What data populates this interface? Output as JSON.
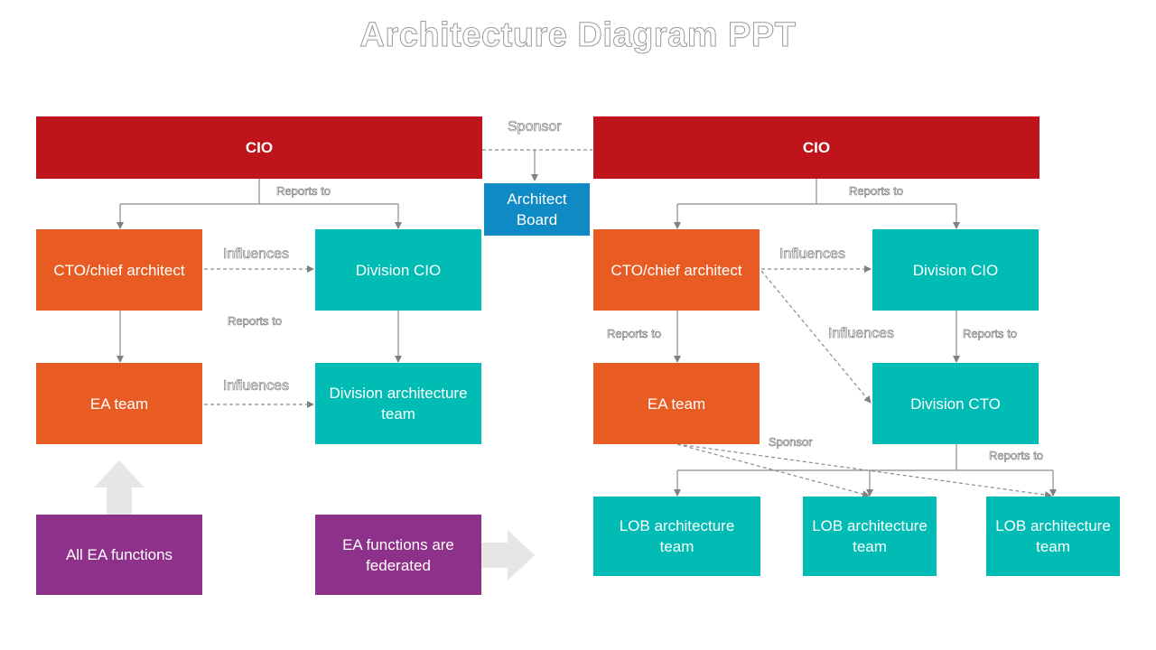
{
  "title": "Architecture Diagram PPT",
  "colors": {
    "red": "#c0141c",
    "orange": "#e85c23",
    "teal": "#00bcb4",
    "blue": "#0f8ac4",
    "purple": "#8e318a"
  },
  "left": {
    "cio": "CIO",
    "cto": "CTO/chief architect",
    "division_cio": "Division CIO",
    "ea_team": "EA team",
    "division_arch_team": "Division architecture team",
    "all_ea": "All EA functions",
    "ea_federated": "EA functions are federated",
    "reports_to_top": "Reports to",
    "reports_to_mid": "Reports to",
    "influences_1": "Influences",
    "influences_2": "Influences"
  },
  "center": {
    "architect_board": "Architect Board",
    "sponsor": "Sponsor"
  },
  "right": {
    "cio": "CIO",
    "cto": "CTO/chief architect",
    "division_cio": "Division CIO",
    "ea_team": "EA team",
    "division_cto": "Division CTO",
    "lob_1": "LOB architecture team",
    "lob_2": "LOB architecture team",
    "lob_3": "LOB architecture team",
    "reports_to_top": "Reports to",
    "reports_to_left": "Reports to",
    "reports_to_right": "Reports to",
    "reports_to_bottom": "Reports to",
    "influences_1": "Influences",
    "influences_2": "Influences",
    "sponsor": "Sponsor"
  }
}
